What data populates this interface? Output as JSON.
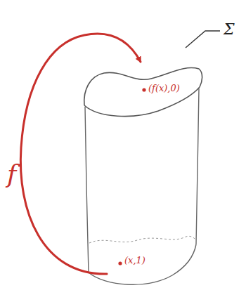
{
  "diagram": {
    "labels": [
      "Σ",
      "(f(x),0)",
      "(x,1)",
      "f"
    ]
  }
}
